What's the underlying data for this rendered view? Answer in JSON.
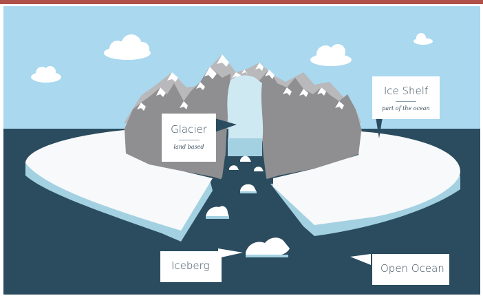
{
  "labels": {
    "glacier": {
      "title": "Glacier",
      "subtitle": "land based"
    },
    "ice_shelf": {
      "title": "Ice Shelf",
      "subtitle": "part of the ocean"
    },
    "iceberg": {
      "title": "Iceberg"
    },
    "open_ocean": {
      "title": "Open Ocean"
    }
  },
  "colors": {
    "sky": "#a9d8ef",
    "ocean": "#2a4c5e",
    "ice_top": "#f7f9fa",
    "ice_edge": "#a3d1e1",
    "mountain_back": "#b9b8ba",
    "mountain_front": "#8f8e91",
    "glacier": "#cfe9f3",
    "snow": "#ffffff",
    "header_bar": "#b0504a"
  }
}
